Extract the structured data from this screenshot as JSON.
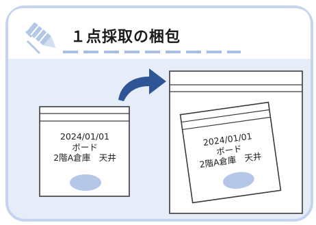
{
  "title": "１点採取の梱包",
  "colors": {
    "panel_border": "#c5d4ee",
    "panel_fill": "#e6ecf8",
    "dash": "#a7bde6",
    "arrow": "#2f5597",
    "oval": "#b4c7e7",
    "bag_border": "#3a3a3a"
  },
  "icons": {
    "title_icon": "pencil-icon",
    "arrow": "curved-arrow-icon"
  },
  "before_bag": {
    "date": "2024/01/01",
    "material": "ボード",
    "location": "2階A倉庫　天井"
  },
  "after_bag": {
    "date": "2024/01/01",
    "material": "ボード",
    "location": "2階A倉庫　天井"
  }
}
